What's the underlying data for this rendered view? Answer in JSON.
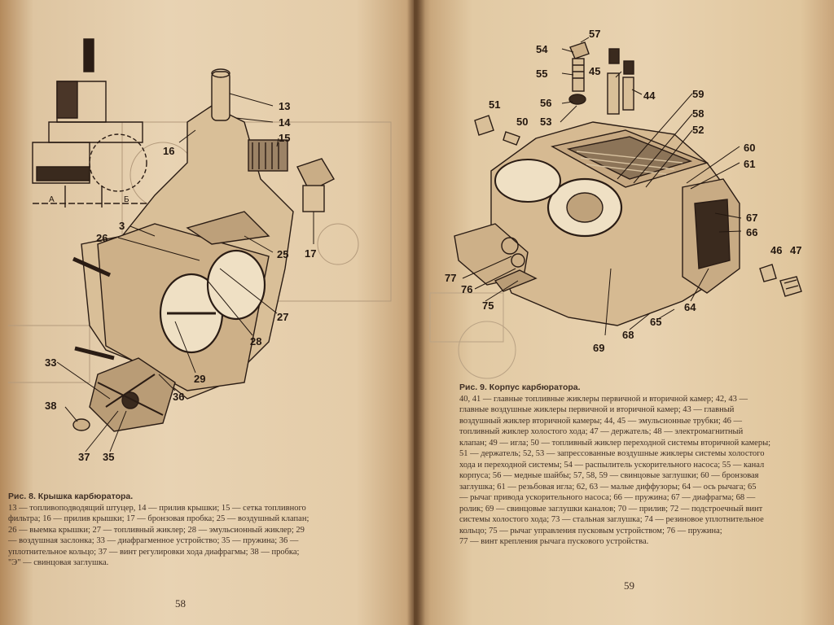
{
  "left_page": {
    "figure": {
      "callouts": [
        "13",
        "14",
        "15",
        "16",
        "17",
        "3",
        "26",
        "25",
        "27",
        "28",
        "29",
        "33",
        "36",
        "38",
        "37",
        "35"
      ],
      "section_letters": [
        "А",
        "Б"
      ]
    },
    "caption": {
      "title": "Рис. 8. Крышка карбюратора.",
      "lines": [
        "13 — топливоподводящий штуцер, 14 — прилив крышки; 15 — сетка топливного",
        "фильтра; 16 — прилив крышки; 17 — бронзовая пробка; 25 — воздушный клапан;",
        "26 — выемка крышки; 27 — топливный жиклер; 28 — эмульсионный жиклер; 29",
        "— воздушная заслонка; 33 — диафрагменное устройство; 35 — пружина; 36 —",
        "уплотнительное кольцо; 37 — винт регулировки хода диафрагмы; 38 — пробка;",
        "\"Э\" — свинцовая заглушка."
      ]
    },
    "page_number": "58"
  },
  "right_page": {
    "figure": {
      "callouts": [
        "57",
        "54",
        "55",
        "45",
        "56",
        "44",
        "53",
        "51",
        "50",
        "59",
        "58",
        "52",
        "60",
        "61",
        "67",
        "66",
        "46",
        "47",
        "77",
        "76",
        "75",
        "64",
        "65",
        "68",
        "69"
      ]
    },
    "caption": {
      "title": "Рис. 9. Корпус карбюратора.",
      "lines": [
        "40, 41 — главные топливные жиклеры первичной и вторичной камер; 42, 43 —",
        "главные воздушные жиклеры первичной и вторичной камер; 43 — главный",
        "воздушный жиклер вторичной камеры; 44, 45 — эмульсионные трубки; 46 —",
        "топливный жиклер холостого хода; 47 — держатель; 48 — электромагнитный",
        "клапан; 49 — игла; 50 — топливный жиклер переходной системы вторичной камеры;",
        "51 — держатель; 52, 53 — запрессованные воздушные жиклеры системы холостого",
        "хода и переходной системы; 54 — распылитель ускорительного насоса; 55 — канал",
        "корпуса; 56 — медные шайбы; 57, 58, 59 — свинцовые заглушки; 60 — бронзовая",
        "заглушка; 61 — резьбовая игла; 62, 63 — малые диффузоры; 64 — ось рычага; 65",
        "— рычаг привода ускорительного насоса; 66 — пружина; 67 — диафрагма; 68 —",
        "ролик; 69 — свинцовые заглушки каналов; 70 — прилив; 72 — подстроечный винт",
        "системы холостого хода; 73 — стальная заглушка; 74 — резиновое уплотнительное",
        "кольцо; 75 — рычаг управления пусковым устройством; 76 — пружина;",
        "77 — винт крепления рычага пускового устройства."
      ]
    },
    "page_number": "59"
  },
  "colors": {
    "paper": "#e6d0ae",
    "ink": "#241810",
    "spine": "#3c230f"
  }
}
